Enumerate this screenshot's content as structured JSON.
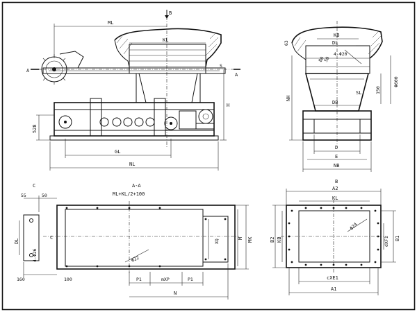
{
  "drawing": {
    "front_view": {
      "labels": {
        "section_a_left": "A",
        "section_a_right": "A",
        "view_b": "B",
        "ml": "ML",
        "kl": "KL",
        "h": "H",
        "dim_528": "528",
        "gl": "GL",
        "nl": "NL",
        "s": "S"
      }
    },
    "side_view": {
      "labels": {
        "kb": "KB",
        "dl": "DL",
        "hole_4_phi20": "4-Φ20",
        "dim_63": "63",
        "dim_80": "80",
        "dim_50": "50",
        "dim_150": "150",
        "phi600": "Φ600",
        "sl": "SL",
        "db": "DB",
        "nh": "NH",
        "d": "D",
        "e": "E",
        "nb": "NB"
      }
    },
    "section_aa": {
      "labels": {
        "title": "A-A",
        "formula": "ML+KL/2+100",
        "view_c_top": "C",
        "view_c_mid": "C",
        "dim_55": "55",
        "dim_50": "50",
        "dl": "DL",
        "hole_4_phi26": "4-Φ26",
        "dim_160": "160",
        "dim_100": "100",
        "hole_phi22": "Φ22",
        "xq": "XQ",
        "m": "M",
        "mk": "MK",
        "p1_left": "P1",
        "mxp": "mXP",
        "p1_right": "P1",
        "n": "N"
      }
    },
    "view_b": {
      "labels": {
        "title": "B",
        "a2": "A2",
        "kl": "KL",
        "hole_phi24": "Φ24",
        "kb": "KB",
        "b2": "B2",
        "dxf1": "dXF1",
        "b1": "B1",
        "cxe1": "cXE1",
        "a1": "A1"
      }
    }
  }
}
